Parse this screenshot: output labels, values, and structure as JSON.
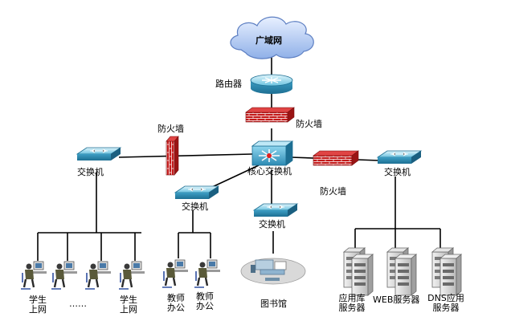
{
  "labels": {
    "wan": "广域网",
    "router": "路由器",
    "firewall_top": "防火墙",
    "firewall_left": "防火墙",
    "firewall_right": "防火墙",
    "core_switch": "核心交换机",
    "switch_left": "交换机",
    "switch_mid": "交换机",
    "switch_library": "交换机",
    "switch_right": "交换机",
    "library": "图书馆",
    "student_online_1": "学生上网",
    "ellipsis": "……",
    "student_online_2": "学生上网",
    "teacher_office_1": "教师办公",
    "teacher_office_2": "教师办公",
    "app_server": "应用库服务器",
    "web_server": "WEB服务器",
    "dns_server": "DNS应用服务器"
  }
}
